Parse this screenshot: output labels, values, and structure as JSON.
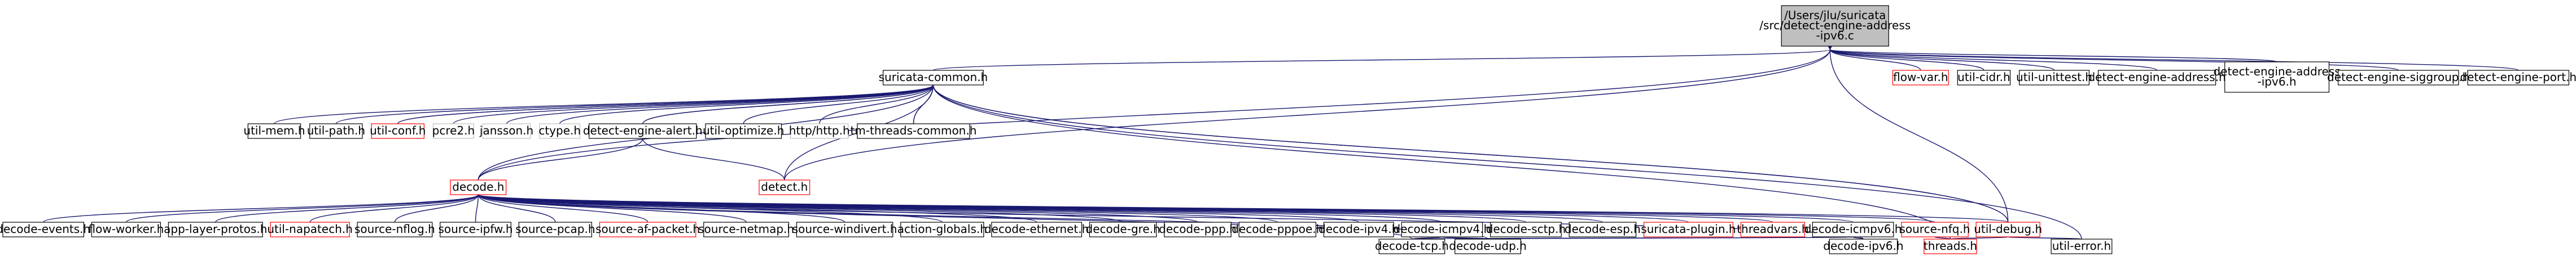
{
  "graph": {
    "colors": {
      "edge": "#191970",
      "node_border": "#000000",
      "node_border_undoc": "#ff0000",
      "root_fill": "#bfbfbf",
      "node_fill": "#ffffff"
    },
    "root": {
      "id": "root",
      "lines": [
        "/Users/jlu/suricata",
        "/src/detect-engine-address",
        "-ipv6.c"
      ]
    },
    "nodes": [
      {
        "id": "suricata-common",
        "lines": [
          "suricata-common.h"
        ],
        "undocumented": false
      },
      {
        "id": "flow-var",
        "lines": [
          "flow-var.h"
        ],
        "undocumented": true
      },
      {
        "id": "util-cidr",
        "lines": [
          "util-cidr.h"
        ],
        "undocumented": false
      },
      {
        "id": "util-unittest",
        "lines": [
          "util-unittest.h"
        ],
        "undocumented": false
      },
      {
        "id": "detect-engine-address",
        "lines": [
          "detect-engine-address.h"
        ],
        "undocumented": false
      },
      {
        "id": "detect-engine-address-ipv6",
        "lines": [
          "detect-engine-address",
          "-ipv6.h"
        ],
        "undocumented": false
      },
      {
        "id": "detect-engine-siggroup",
        "lines": [
          "detect-engine-siggroup.h"
        ],
        "undocumented": false
      },
      {
        "id": "detect-engine-port",
        "lines": [
          "detect-engine-port.h"
        ],
        "undocumented": false
      },
      {
        "id": "util-mem",
        "lines": [
          "util-mem.h"
        ],
        "undocumented": false
      },
      {
        "id": "util-path",
        "lines": [
          "util-path.h"
        ],
        "undocumented": false
      },
      {
        "id": "util-conf",
        "lines": [
          "util-conf.h"
        ],
        "undocumented": true
      },
      {
        "id": "pcre2",
        "lines": [
          "pcre2.h"
        ],
        "undocumented": false,
        "borderless": true
      },
      {
        "id": "jansson",
        "lines": [
          "jansson.h"
        ],
        "undocumented": false,
        "borderless": true
      },
      {
        "id": "ctype",
        "lines": [
          "ctype.h"
        ],
        "undocumented": false,
        "borderless": true
      },
      {
        "id": "detect-engine-alert",
        "lines": [
          "detect-engine-alert.h"
        ],
        "undocumented": false
      },
      {
        "id": "util-optimize",
        "lines": [
          "util-optimize.h"
        ],
        "undocumented": false
      },
      {
        "id": "http-http",
        "lines": [
          "http/http.h"
        ],
        "undocumented": false,
        "borderless": true
      },
      {
        "id": "tm-threads-common",
        "lines": [
          "tm-threads-common.h"
        ],
        "undocumented": false
      },
      {
        "id": "decode",
        "lines": [
          "decode.h"
        ],
        "undocumented": true
      },
      {
        "id": "detect",
        "lines": [
          "detect.h"
        ],
        "undocumented": true
      },
      {
        "id": "decode-events",
        "lines": [
          "decode-events.h"
        ],
        "undocumented": false
      },
      {
        "id": "flow-worker",
        "lines": [
          "flow-worker.h"
        ],
        "undocumented": false
      },
      {
        "id": "app-layer-protos",
        "lines": [
          "app-layer-protos.h"
        ],
        "undocumented": false
      },
      {
        "id": "util-napatech",
        "lines": [
          "util-napatech.h"
        ],
        "undocumented": true
      },
      {
        "id": "source-nflog",
        "lines": [
          "source-nflog.h"
        ],
        "undocumented": false
      },
      {
        "id": "source-ipfw",
        "lines": [
          "source-ipfw.h"
        ],
        "undocumented": false
      },
      {
        "id": "source-pcap",
        "lines": [
          "source-pcap.h"
        ],
        "undocumented": false
      },
      {
        "id": "source-af-packet",
        "lines": [
          "source-af-packet.h"
        ],
        "undocumented": true
      },
      {
        "id": "source-netmap",
        "lines": [
          "source-netmap.h"
        ],
        "undocumented": false
      },
      {
        "id": "source-windivert",
        "lines": [
          "source-windivert.h"
        ],
        "undocumented": false
      },
      {
        "id": "action-globals",
        "lines": [
          "action-globals.h"
        ],
        "undocumented": false
      },
      {
        "id": "decode-ethernet",
        "lines": [
          "decode-ethernet.h"
        ],
        "undocumented": false
      },
      {
        "id": "decode-gre",
        "lines": [
          "decode-gre.h"
        ],
        "undocumented": false
      },
      {
        "id": "decode-ppp",
        "lines": [
          "decode-ppp.h"
        ],
        "undocumented": false
      },
      {
        "id": "decode-pppoe",
        "lines": [
          "decode-pppoe.h"
        ],
        "undocumented": false
      },
      {
        "id": "decode-ipv4",
        "lines": [
          "decode-ipv4.h"
        ],
        "undocumented": false
      },
      {
        "id": "decode-icmpv4",
        "lines": [
          "decode-icmpv4.h"
        ],
        "undocumented": false
      },
      {
        "id": "decode-sctp",
        "lines": [
          "decode-sctp.h"
        ],
        "undocumented": false
      },
      {
        "id": "decode-esp",
        "lines": [
          "decode-esp.h"
        ],
        "undocumented": false
      },
      {
        "id": "suricata-plugin",
        "lines": [
          "suricata-plugin.h"
        ],
        "undocumented": true
      },
      {
        "id": "threadvars",
        "lines": [
          "threadvars.h"
        ],
        "undocumented": true
      },
      {
        "id": "decode-icmpv6",
        "lines": [
          "decode-icmpv6.h"
        ],
        "undocumented": false
      },
      {
        "id": "source-nfq",
        "lines": [
          "source-nfq.h"
        ],
        "undocumented": true
      },
      {
        "id": "util-debug",
        "lines": [
          "util-debug.h"
        ],
        "undocumented": true
      },
      {
        "id": "decode-tcp",
        "lines": [
          "decode-tcp.h"
        ],
        "undocumented": false
      },
      {
        "id": "decode-udp",
        "lines": [
          "decode-udp.h"
        ],
        "undocumented": false
      },
      {
        "id": "decode-ipv6",
        "lines": [
          "decode-ipv6.h"
        ],
        "undocumented": false
      },
      {
        "id": "threads",
        "lines": [
          "threads.h"
        ],
        "undocumented": true
      },
      {
        "id": "util-error",
        "lines": [
          "util-error.h"
        ],
        "undocumented": false
      }
    ],
    "edges": [
      [
        "root",
        "suricata-common"
      ],
      [
        "root",
        "flow-var"
      ],
      [
        "root",
        "util-cidr"
      ],
      [
        "root",
        "util-unittest"
      ],
      [
        "root",
        "detect-engine-address"
      ],
      [
        "root",
        "detect-engine-address-ipv6"
      ],
      [
        "root",
        "detect-engine-siggroup"
      ],
      [
        "root",
        "detect-engine-port"
      ],
      [
        "root",
        "decode"
      ],
      [
        "root",
        "util-debug"
      ],
      [
        "root",
        "detect"
      ],
      [
        "suricata-common",
        "util-mem"
      ],
      [
        "suricata-common",
        "util-path"
      ],
      [
        "suricata-common",
        "util-conf"
      ],
      [
        "suricata-common",
        "pcre2"
      ],
      [
        "suricata-common",
        "jansson"
      ],
      [
        "suricata-common",
        "ctype"
      ],
      [
        "suricata-common",
        "detect-engine-alert"
      ],
      [
        "suricata-common",
        "util-optimize"
      ],
      [
        "suricata-common",
        "http-http"
      ],
      [
        "suricata-common",
        "tm-threads-common"
      ],
      [
        "suricata-common",
        "util-debug"
      ],
      [
        "suricata-common",
        "threads"
      ],
      [
        "suricata-common",
        "util-error"
      ],
      [
        "detect-engine-alert",
        "suricata-common"
      ],
      [
        "detect-engine-alert",
        "decode"
      ],
      [
        "detect-engine-alert",
        "detect"
      ],
      [
        "tm-threads-common",
        "suricata-common"
      ],
      [
        "detect",
        "suricata-common"
      ],
      [
        "util-debug",
        "suricata-common"
      ],
      [
        "util-debug",
        "threads"
      ],
      [
        "util-debug",
        "util-error"
      ],
      [
        "util-conf",
        "suricata-common"
      ],
      [
        "decode",
        "suricata-common"
      ],
      [
        "decode",
        "decode-events"
      ],
      [
        "decode",
        "flow-worker"
      ],
      [
        "decode",
        "app-layer-protos"
      ],
      [
        "decode",
        "util-napatech"
      ],
      [
        "decode",
        "source-nflog"
      ],
      [
        "decode",
        "source-ipfw"
      ],
      [
        "decode",
        "source-pcap"
      ],
      [
        "decode",
        "source-af-packet"
      ],
      [
        "decode",
        "source-netmap"
      ],
      [
        "decode",
        "source-windivert"
      ],
      [
        "decode",
        "action-globals"
      ],
      [
        "decode",
        "decode-ethernet"
      ],
      [
        "decode",
        "decode-gre"
      ],
      [
        "decode",
        "decode-ppp"
      ],
      [
        "decode",
        "decode-pppoe"
      ],
      [
        "decode",
        "decode-ipv4"
      ],
      [
        "decode",
        "decode-icmpv4"
      ],
      [
        "decode",
        "decode-sctp"
      ],
      [
        "decode",
        "decode-esp"
      ],
      [
        "decode",
        "suricata-plugin"
      ],
      [
        "decode",
        "threadvars"
      ],
      [
        "decode",
        "decode-icmpv6"
      ],
      [
        "decode",
        "source-nfq"
      ],
      [
        "decode",
        "util-debug"
      ],
      [
        "decode",
        "decode-tcp"
      ],
      [
        "decode",
        "decode-udp"
      ],
      [
        "decode",
        "decode-ipv6"
      ],
      [
        "decode-icmpv4",
        "decode-tcp"
      ],
      [
        "decode-icmpv4",
        "decode-udp"
      ],
      [
        "decode-icmpv6",
        "decode-tcp"
      ],
      [
        "decode-icmpv6",
        "decode-udp"
      ],
      [
        "decode-icmpv6",
        "decode-ipv6"
      ],
      [
        "source-nfq",
        "threads"
      ]
    ]
  }
}
